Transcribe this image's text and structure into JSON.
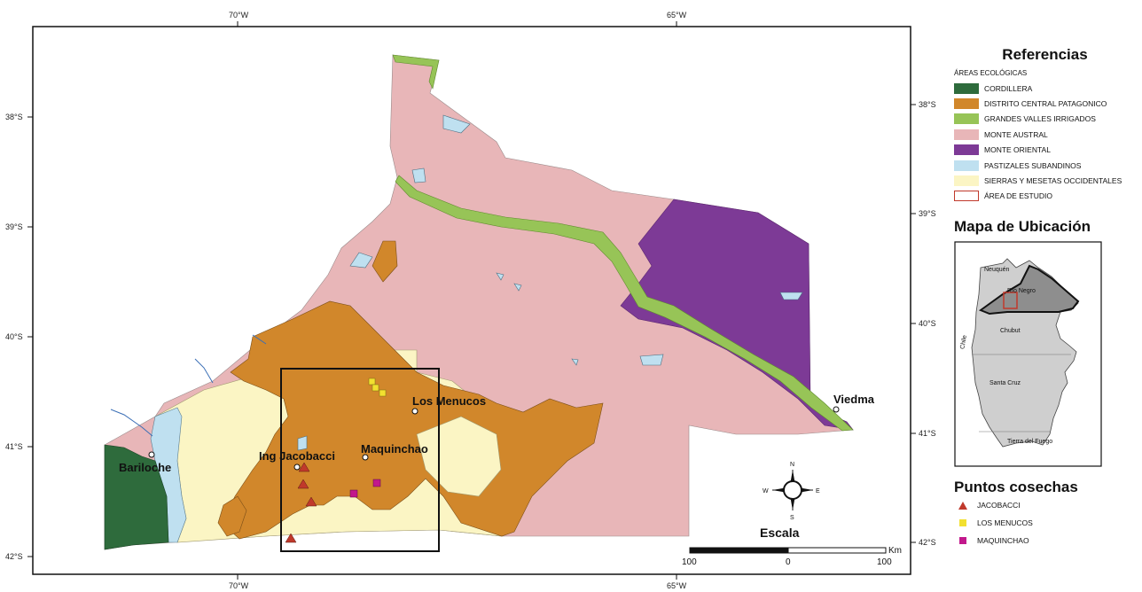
{
  "map": {
    "lon_labels": [
      "70°W",
      "65°W"
    ],
    "lat_labels": [
      "38°S",
      "39°S",
      "40°S",
      "41°S",
      "42°S"
    ],
    "cities": [
      "Bariloche",
      "Ing Jacobacci",
      "Maquinchao",
      "Los Menucos",
      "Viedma"
    ],
    "scale": {
      "title": "Escala",
      "ticks": [
        "100",
        "0",
        "100"
      ],
      "unit": "Km"
    },
    "compass": {
      "n": "N",
      "s": "S",
      "e": "E",
      "w": "W"
    }
  },
  "legend": {
    "title": "Referencias",
    "subtitle": "ÁREAS ECOLÓGICAS",
    "items": [
      {
        "label": "CORDILLERA",
        "color": "#2e6b3c"
      },
      {
        "label": "DISTRITO CENTRAL PATAGONICO",
        "color": "#d1872b"
      },
      {
        "label": "GRANDES VALLES IRRIGADOS",
        "color": "#97c457"
      },
      {
        "label": "MONTE AUSTRAL",
        "color": "#e8b6b8"
      },
      {
        "label": "MONTE ORIENTAL",
        "color": "#7d3a96"
      },
      {
        "label": "PASTIZALES SUBANDINOS",
        "color": "#bfe0f0"
      },
      {
        "label": "SIERRAS Y MESETAS OCCIDENTALES",
        "color": "#fbf5c4"
      }
    ],
    "study_area": {
      "label": "ÁREA DE ESTUDIO",
      "color": "#c0392b"
    }
  },
  "location": {
    "title": "Mapa de Ubicación",
    "labels": [
      "Neuquén",
      "Río Negro",
      "Chile",
      "Chubut",
      "Santa Cruz",
      "Tierra del Fuego"
    ]
  },
  "points": {
    "title": "Puntos cosechas",
    "items": [
      {
        "label": "JACOBACCI",
        "color": "#c0392b",
        "shape": "triangle"
      },
      {
        "label": "LOS MENUCOS",
        "color": "#f2e030",
        "shape": "square"
      },
      {
        "label": "MAQUINCHAO",
        "color": "#c2188c",
        "shape": "square"
      }
    ]
  }
}
